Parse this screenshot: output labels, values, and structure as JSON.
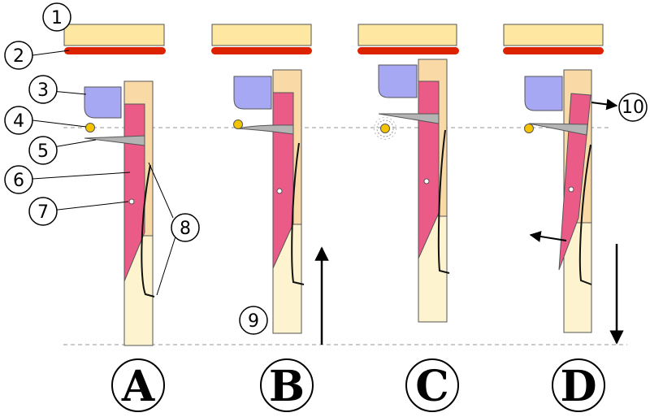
{
  "title": "",
  "callouts": [
    "1",
    "2",
    "3",
    "4",
    "5",
    "6",
    "7",
    "8",
    "9",
    "10"
  ],
  "stages": [
    "A",
    "B",
    "C",
    "D"
  ],
  "colors": {
    "string": "#fde7a1",
    "felt_red": "#dd2200",
    "damper": "#a6a8f4",
    "jack_upper": "#f9d9a6",
    "jack_lower": "#fdf3cf",
    "tongue": "#ea5b88",
    "plectrum": "#b4b4b4",
    "plectrum_pivot": "#f5c400"
  },
  "icons": [
    "up-arrow-icon",
    "down-arrow-icon",
    "vibration-icon"
  ]
}
